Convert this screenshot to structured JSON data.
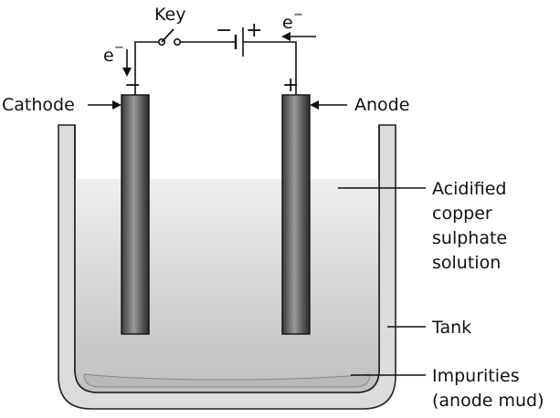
{
  "labels": {
    "key": "Key",
    "cathode": "Cathode",
    "anode": "Anode",
    "electrolyte": [
      "Acidified",
      "copper",
      "sulphate",
      "solution"
    ],
    "tank": "Tank",
    "impurities": [
      "Impurities",
      "(anode mud)"
    ]
  },
  "symbols": {
    "electron": "e",
    "electron_charge": "−",
    "minus": "−",
    "plus": "+"
  },
  "colors": {
    "tank_wall": "#dcdcdc",
    "solution": "#d0d0d0",
    "mud": "#bdbdbd",
    "electrode_dark": "#2e2e2e",
    "electrode_light": "#c8c8c8",
    "line": "#111111"
  }
}
